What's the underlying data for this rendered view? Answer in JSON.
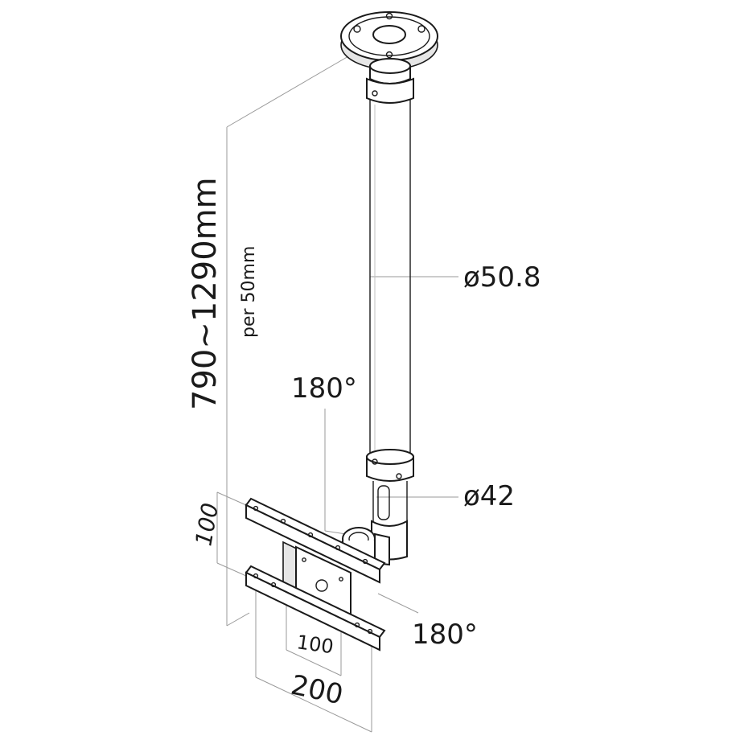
{
  "labels": {
    "height_range": "790~1290mm",
    "height_step": "per 50mm",
    "tube_diameter_upper": "ø50.8",
    "tube_diameter_lower": "ø42",
    "tilt_angle": "180°",
    "swivel_angle": "180°",
    "vesa_height": "100",
    "vesa_width_small": "100",
    "vesa_width_large": "200"
  }
}
